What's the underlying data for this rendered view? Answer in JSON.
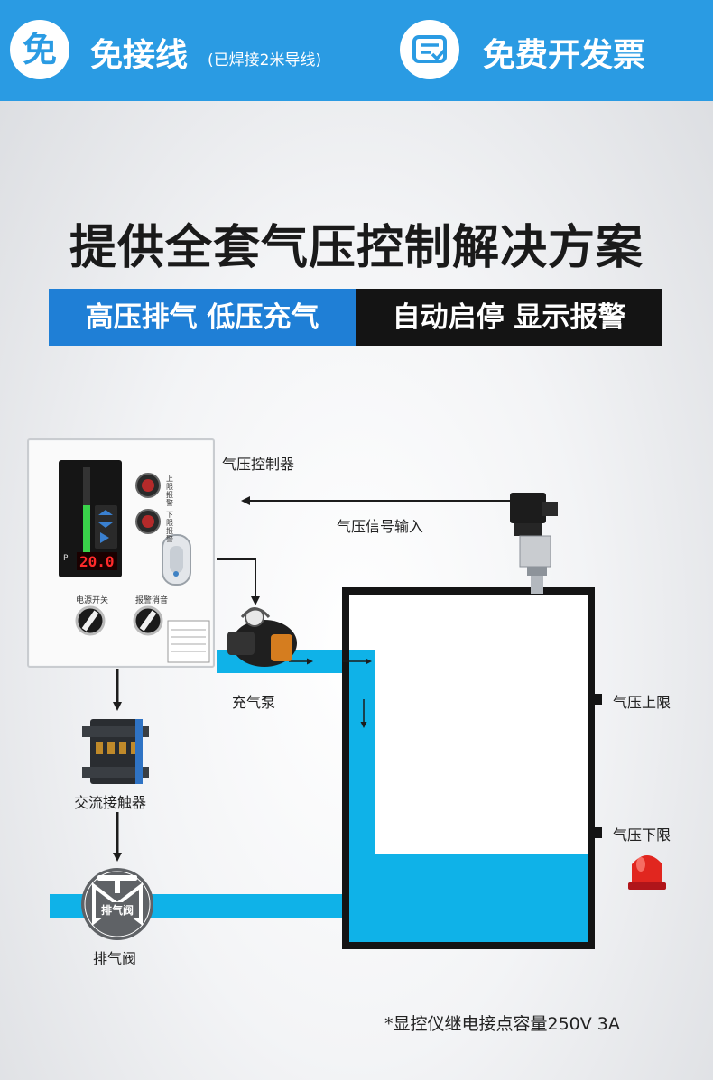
{
  "banner": {
    "icon1_char": "免",
    "item1_main": "免接线",
    "item1_sub": "(已焊接2米导线)",
    "item2_main": "免费开发票",
    "bg_color": "#2a9be3"
  },
  "headline": "提供全套气压控制解决方案",
  "tags": {
    "left": "高压排气 低压充气",
    "right": "自动启停 显示报警",
    "left_color": "#1f7fd6",
    "right_color": "#141414"
  },
  "controller": {
    "display_value": "20.0",
    "unit": "P",
    "upper_alarm_label": "上\n限\n报\n警",
    "lower_alarm_label": "下\n限\n报\n警",
    "power_switch_label": "电源开关",
    "alarm_mute_label": "报警消音"
  },
  "labels": {
    "controller": "气压控制器",
    "signal_input": "气压信号输入",
    "pump": "充气泵",
    "contactor": "交流接触器",
    "valve": "排气阀",
    "valve_badge": "排气阀",
    "upper_limit": "气压上限",
    "lower_limit": "气压下限"
  },
  "footnote": "*显控仪继电接点容量250V 3A",
  "colors": {
    "water": "#0fb2e8",
    "arrow": "#1c1c1c"
  }
}
